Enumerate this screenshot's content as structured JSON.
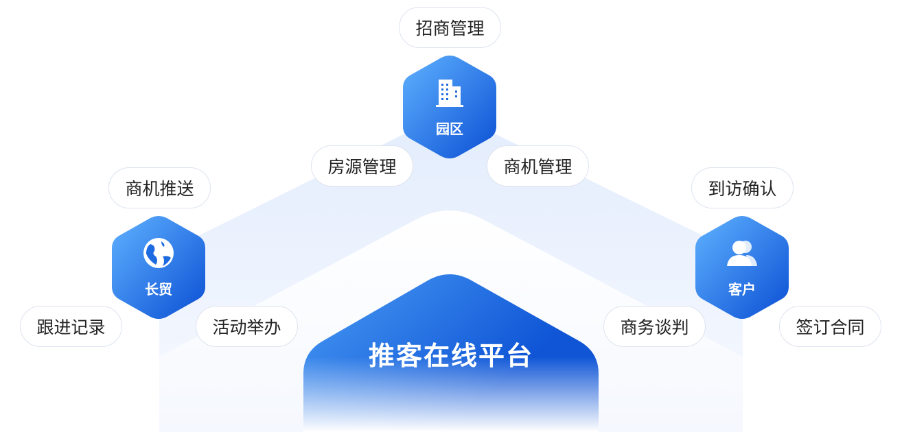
{
  "platform": {
    "title": "推客在线平台"
  },
  "nodes": {
    "park": {
      "label": "园区",
      "icon": "building-icon"
    },
    "trade": {
      "label": "长贸",
      "icon": "globe-icon"
    },
    "customer": {
      "label": "客户",
      "icon": "users-icon"
    }
  },
  "tags": {
    "recruit": "招商管理",
    "housing": "房源管理",
    "opportunity_mgmt": "商机管理",
    "opportunity_push": "商机推送",
    "visit_confirm": "到访确认",
    "follow_record": "跟进记录",
    "event": "活动举办",
    "negotiation": "商务谈判",
    "contract": "签订合同"
  },
  "colors": {
    "accent": "#0f55d6",
    "accent_light": "#5aaeff",
    "pill_border": "#dde3ef"
  }
}
